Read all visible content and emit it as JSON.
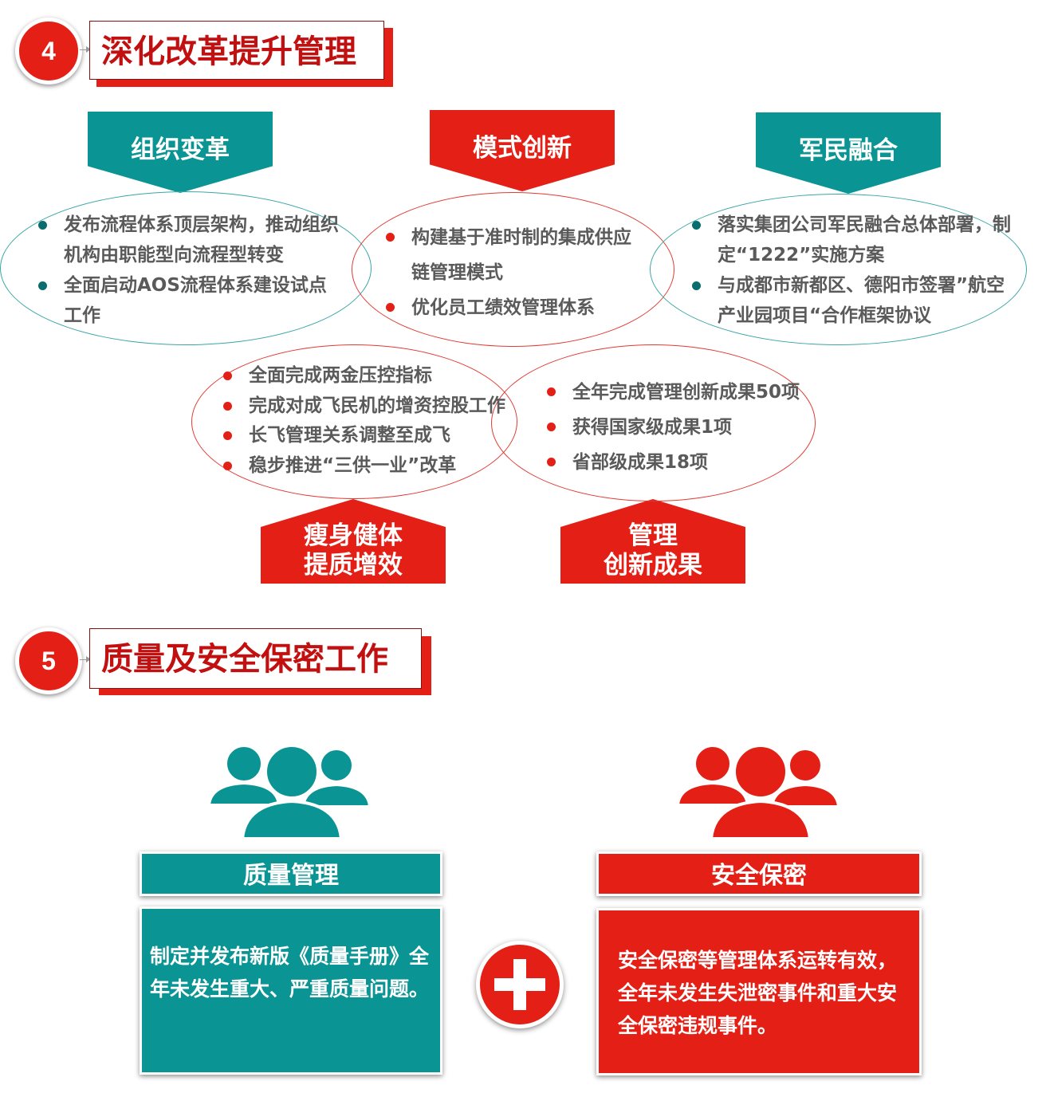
{
  "colors": {
    "accent_red": "#e41f15",
    "accent_teal": "#0a9494",
    "title_red": "#c20f0f",
    "text_gray": "#5a5a5a"
  },
  "section4": {
    "number": "4",
    "title": "深化改革提升管理",
    "labels": {
      "org": "组织变革",
      "model": "模式创新",
      "military": "军民融合",
      "slim_line1": "瘦身健体",
      "slim_line2": "提质增效",
      "innov_line1": "管理",
      "innov_line2": "创新成果"
    },
    "org_items": [
      "发布流程体系顶层架构，推动组织机构由职能型向流程型转变",
      "全面启动AOS流程体系建设试点工作"
    ],
    "model_items": [
      "构建基于准时制的集成供应链管理模式",
      "优化员工绩效管理体系"
    ],
    "military_items": [
      "落实集团公司军民融合总体部署，制定“1222”实施方案",
      "与成都市新都区、德阳市签署”航空产业园项目“合作框架协议"
    ],
    "slim_items": [
      "全面完成两金压控指标",
      "完成对成飞民机的增资控股工作",
      "长飞管理关系调整至成飞",
      "稳步推进“三供一业”改革"
    ],
    "innov_items": [
      "全年完成管理创新成果50项",
      "获得国家级成果1项",
      "省部级成果18项"
    ]
  },
  "section5": {
    "number": "5",
    "title": "质量及安全保密工作",
    "quality": {
      "icon": "people-group-icon",
      "title": "质量管理",
      "text": "制定并发布新版《质量手册》全年未发生重大、严重质量问题。"
    },
    "security": {
      "icon": "people-group-icon",
      "title": "安全保密",
      "text": "安全保密等管理体系运转有效，全年未发生失泄密事件和重大安全保密违规事件。"
    },
    "plus_icon": "plus-icon"
  }
}
